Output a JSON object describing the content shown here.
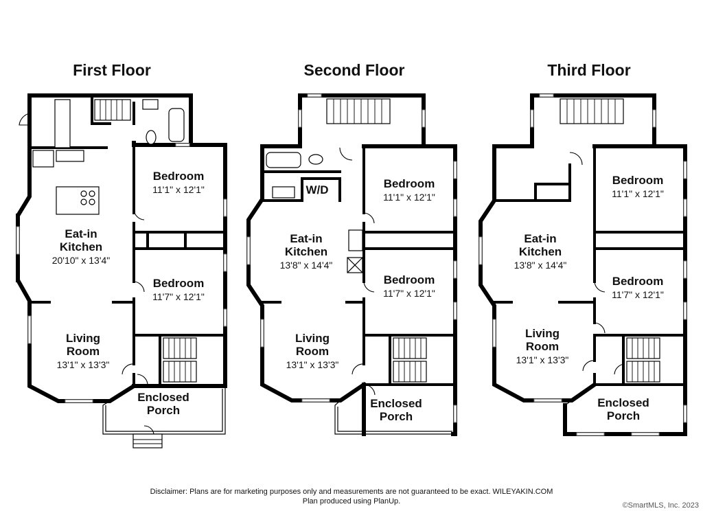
{
  "floors": [
    {
      "title": "First Floor",
      "rooms": [
        {
          "name": "Eat-in\nKitchen",
          "dims": "20'10\" x 13'4\""
        },
        {
          "name": "Bedroom",
          "dims": "11'1\" x 12'1\""
        },
        {
          "name": "Bedroom",
          "dims": "11'7\" x 12'1\""
        },
        {
          "name": "Living\nRoom",
          "dims": "13'1\" x 13'3\""
        },
        {
          "name": "Enclosed\nPorch",
          "dims": ""
        }
      ]
    },
    {
      "title": "Second Floor",
      "rooms": [
        {
          "name": "Eat-in\nKitchen",
          "dims": "13'8\" x 14'4\""
        },
        {
          "name": "Bedroom",
          "dims": "11'1\" x 12'1\""
        },
        {
          "name": "Bedroom",
          "dims": "11'7\" x 12'1\""
        },
        {
          "name": "Living\nRoom",
          "dims": "13'1\" x 13'3\""
        },
        {
          "name": "Enclosed\nPorch",
          "dims": ""
        },
        {
          "name": "W/D",
          "dims": ""
        }
      ]
    },
    {
      "title": "Third Floor",
      "rooms": [
        {
          "name": "Eat-in\nKitchen",
          "dims": "13'8\" x 14'4\""
        },
        {
          "name": "Bedroom",
          "dims": "11'1\" x 12'1\""
        },
        {
          "name": "Bedroom",
          "dims": "11'7\" x 12'1\""
        },
        {
          "name": "Living\nRoom",
          "dims": "13'1\" x 13'3\""
        },
        {
          "name": "Enclosed\nPorch",
          "dims": ""
        }
      ]
    }
  ],
  "disclaimer_line1": "Disclaimer: Plans are for marketing purposes only and measurements are not guaranteed to be exact. WILEYAKIN.COM",
  "disclaimer_line2": "Plan produced using PlanUp.",
  "copyright": "©SmartMLS, Inc.  2023",
  "colors": {
    "wall": "#000000",
    "background": "#ffffff",
    "window": "#777777"
  }
}
